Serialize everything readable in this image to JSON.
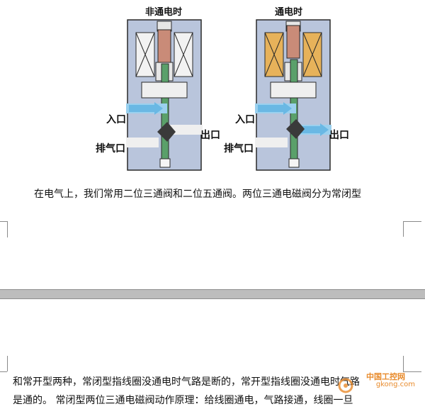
{
  "figure": {
    "left_title": "非通电时",
    "right_title": "通电时",
    "left_labels": {
      "inlet": "入口",
      "outlet": "出口",
      "exhaust": "排气口"
    },
    "right_labels": {
      "inlet": "入口",
      "outlet": "出口",
      "exhaust": "排气口"
    },
    "colors": {
      "body": "#b9c5dc",
      "coil_off": "#f2f2f2",
      "coil_on": "#e7b25a",
      "armature": "#c98b78",
      "stem": "#5aa06a",
      "arrow": "#7cc0e6"
    }
  },
  "text": {
    "line1": "在电气上，我们常用二位三通阀和二位五通阀。两位三通电磁阀分为常闭型",
    "line2": "和常开型两种，常闭型指线圈没通电时气路是断的，常开型指线圈没通电时气路",
    "line3": "是通的。 常闭型两位三通电磁阀动作原理：给线圈通电，气路接通，线圈一旦"
  },
  "watermark": {
    "text": "中国工控网",
    "url": "gkong.com"
  }
}
